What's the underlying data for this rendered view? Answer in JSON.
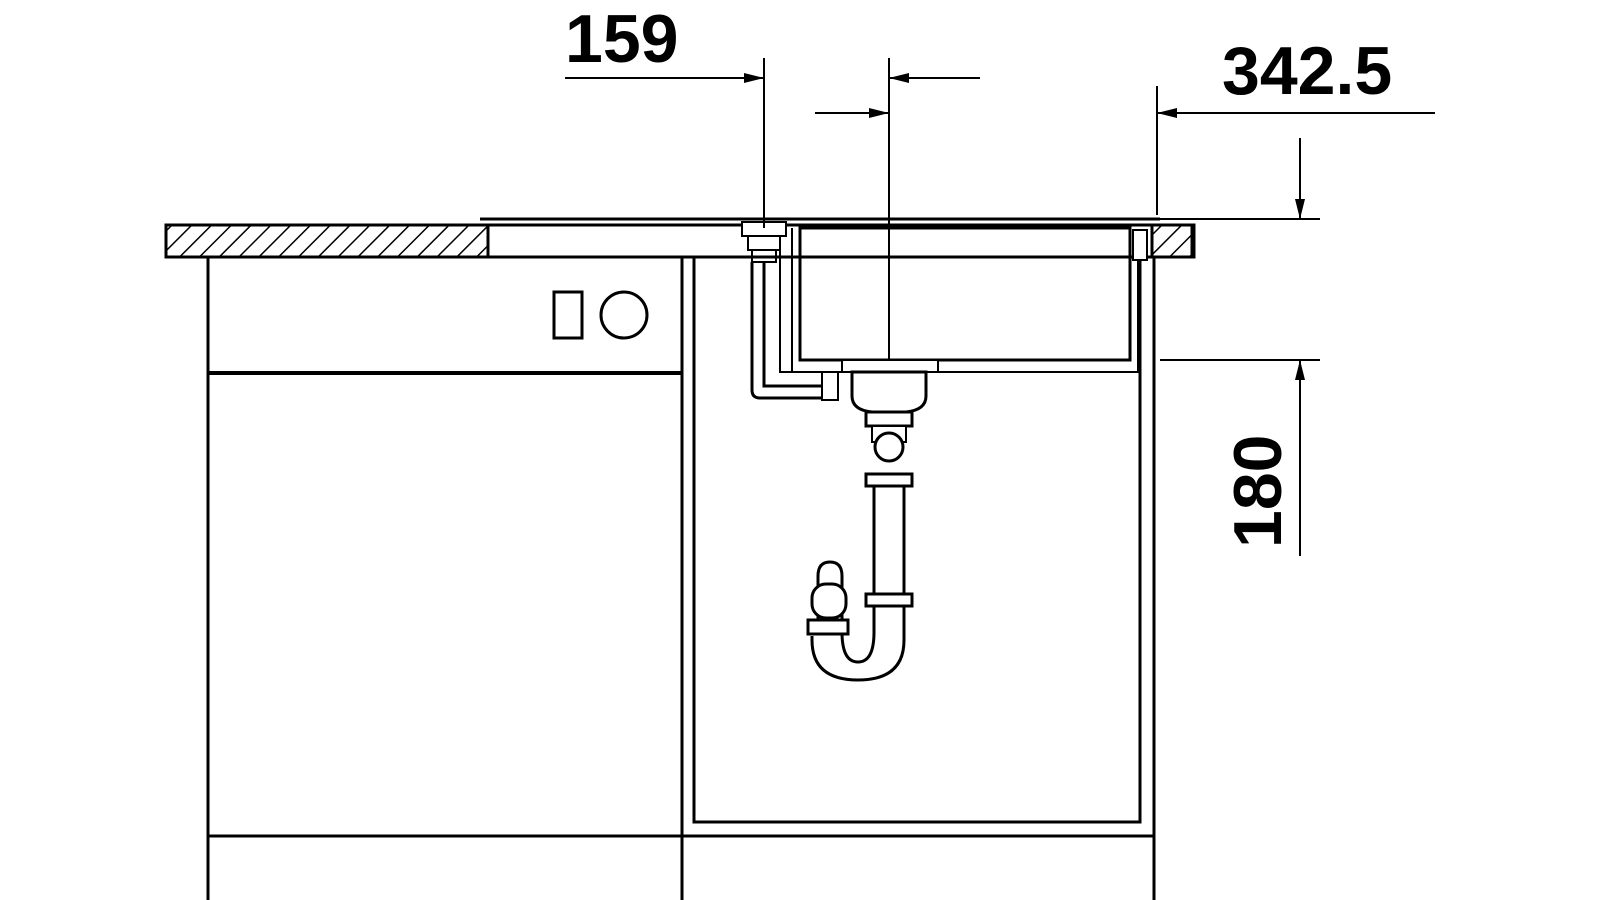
{
  "dimensions": {
    "offset_value": "159",
    "width_value": "342.5",
    "depth_value": "180"
  },
  "colors": {
    "line": "#000000",
    "background": "#ffffff"
  }
}
